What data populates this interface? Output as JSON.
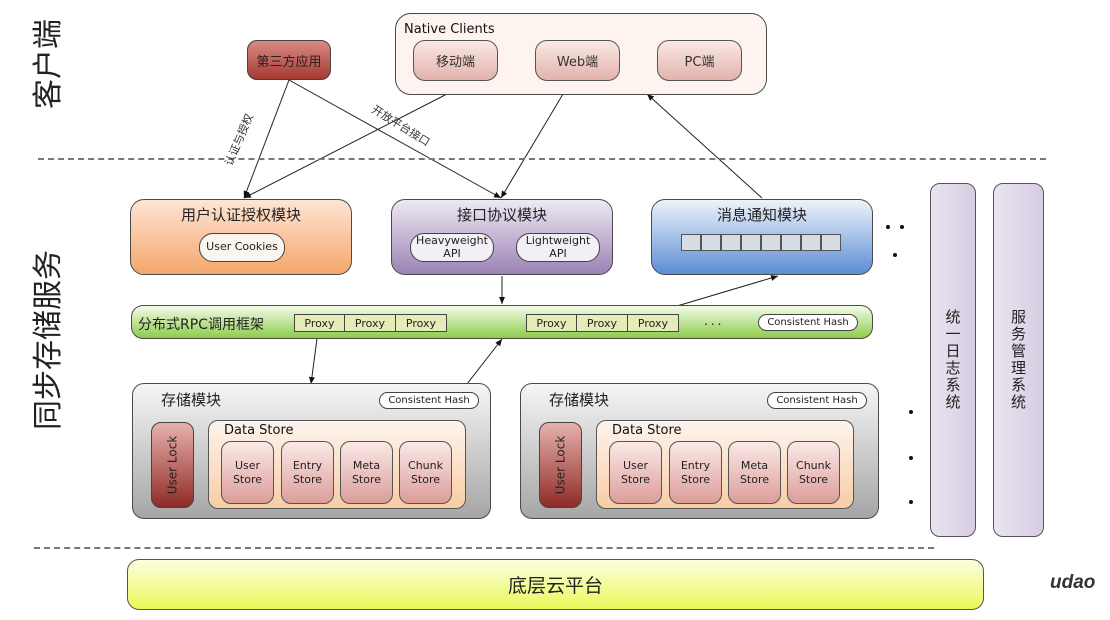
{
  "sections": {
    "client": "客户端",
    "sync_storage": "同步存储服务"
  },
  "client_layer": {
    "third_party_app": "第三方应用",
    "native_clients": {
      "title": "Native Clients",
      "items": [
        "移动端",
        "Web端",
        "PC端"
      ]
    },
    "edge_labels": {
      "auth": "认证与授权",
      "open_platform": "开放平台接口"
    }
  },
  "service_layer": {
    "auth_module": {
      "title": "用户认证授权模块",
      "items": [
        "User Cookies"
      ]
    },
    "protocol_module": {
      "title": "接口协议模块",
      "items": [
        "Heavyweight API",
        "Lightweight API"
      ]
    },
    "notify_module": {
      "title": "消息通知模块",
      "queue_cells": 8
    },
    "rpc_framework": {
      "title": "分布式RPC调用框架",
      "proxy_label": "Proxy",
      "proxy_groups": [
        3,
        3
      ],
      "ellipsis": "...",
      "hash": "Consistent Hash"
    },
    "storage_modules": [
      {
        "title": "存储模块",
        "hash": "Consistent Hash",
        "user_lock": "User Lock",
        "data_store": {
          "title": "Data Store",
          "stores": [
            "User Store",
            "Entry Store",
            "Meta Store",
            "Chunk Store"
          ]
        }
      },
      {
        "title": "存储模块",
        "hash": "Consistent Hash",
        "user_lock": "User Lock",
        "data_store": {
          "title": "Data Store",
          "stores": [
            "User Store",
            "Entry Store",
            "Meta Store",
            "Chunk Store"
          ]
        }
      }
    ],
    "side_systems": [
      "统一日志系统",
      "服务管理系统"
    ]
  },
  "platform_layer": {
    "title": "底层云平台"
  },
  "watermark": "udao"
}
